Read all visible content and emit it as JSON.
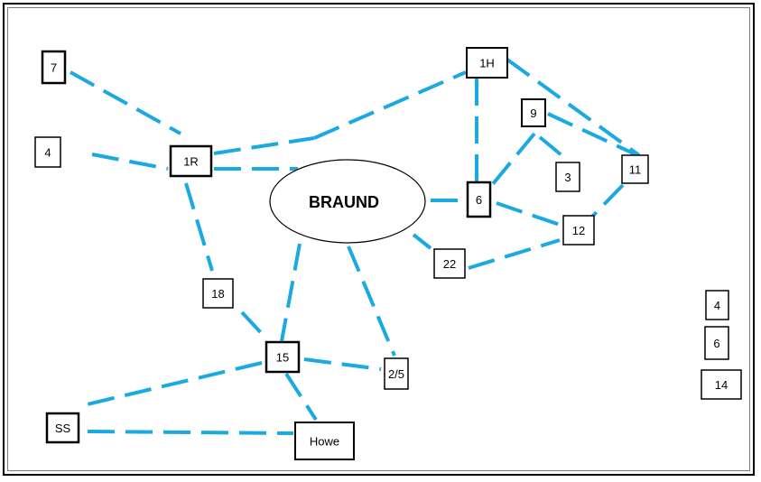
{
  "diagram": {
    "center_label": "BRAUND",
    "boxes": [
      {
        "id": "b7",
        "label": "7"
      },
      {
        "id": "b1H",
        "label": "1H"
      },
      {
        "id": "b9",
        "label": "9"
      },
      {
        "id": "b4a",
        "label": "4"
      },
      {
        "id": "b1R",
        "label": "1R"
      },
      {
        "id": "b3",
        "label": "3"
      },
      {
        "id": "b11",
        "label": "11"
      },
      {
        "id": "b6a",
        "label": "6"
      },
      {
        "id": "b12",
        "label": "12"
      },
      {
        "id": "b22",
        "label": "22"
      },
      {
        "id": "b18",
        "label": "18"
      },
      {
        "id": "b15",
        "label": "15"
      },
      {
        "id": "b25",
        "label": "2/5"
      },
      {
        "id": "bSS",
        "label": "SS"
      },
      {
        "id": "bHowe",
        "label": "Howe"
      },
      {
        "id": "b4b",
        "label": "4"
      },
      {
        "id": "b6b",
        "label": "6"
      },
      {
        "id": "b14",
        "label": "14"
      }
    ],
    "connector_color": "#1aa9e0"
  }
}
